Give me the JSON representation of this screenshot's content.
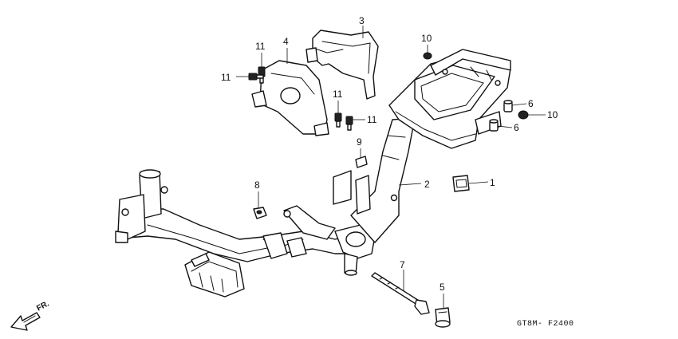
{
  "diagram": {
    "callouts": [
      {
        "id": "c1",
        "label": "1"
      },
      {
        "id": "c2",
        "label": "2"
      },
      {
        "id": "c3",
        "label": "3"
      },
      {
        "id": "c4",
        "label": "4"
      },
      {
        "id": "c5",
        "label": "5"
      },
      {
        "id": "c6a",
        "label": "6"
      },
      {
        "id": "c6b",
        "label": "6"
      },
      {
        "id": "c7",
        "label": "7"
      },
      {
        "id": "c8",
        "label": "8"
      },
      {
        "id": "c9",
        "label": "9"
      },
      {
        "id": "c10a",
        "label": "10"
      },
      {
        "id": "c10b",
        "label": "10"
      },
      {
        "id": "c11a",
        "label": "11"
      },
      {
        "id": "c11b",
        "label": "11"
      },
      {
        "id": "c11c",
        "label": "11"
      },
      {
        "id": "c11d",
        "label": "11"
      }
    ],
    "front_arrow_label": "FR.",
    "diagram_code": "GT8M- F2400"
  }
}
